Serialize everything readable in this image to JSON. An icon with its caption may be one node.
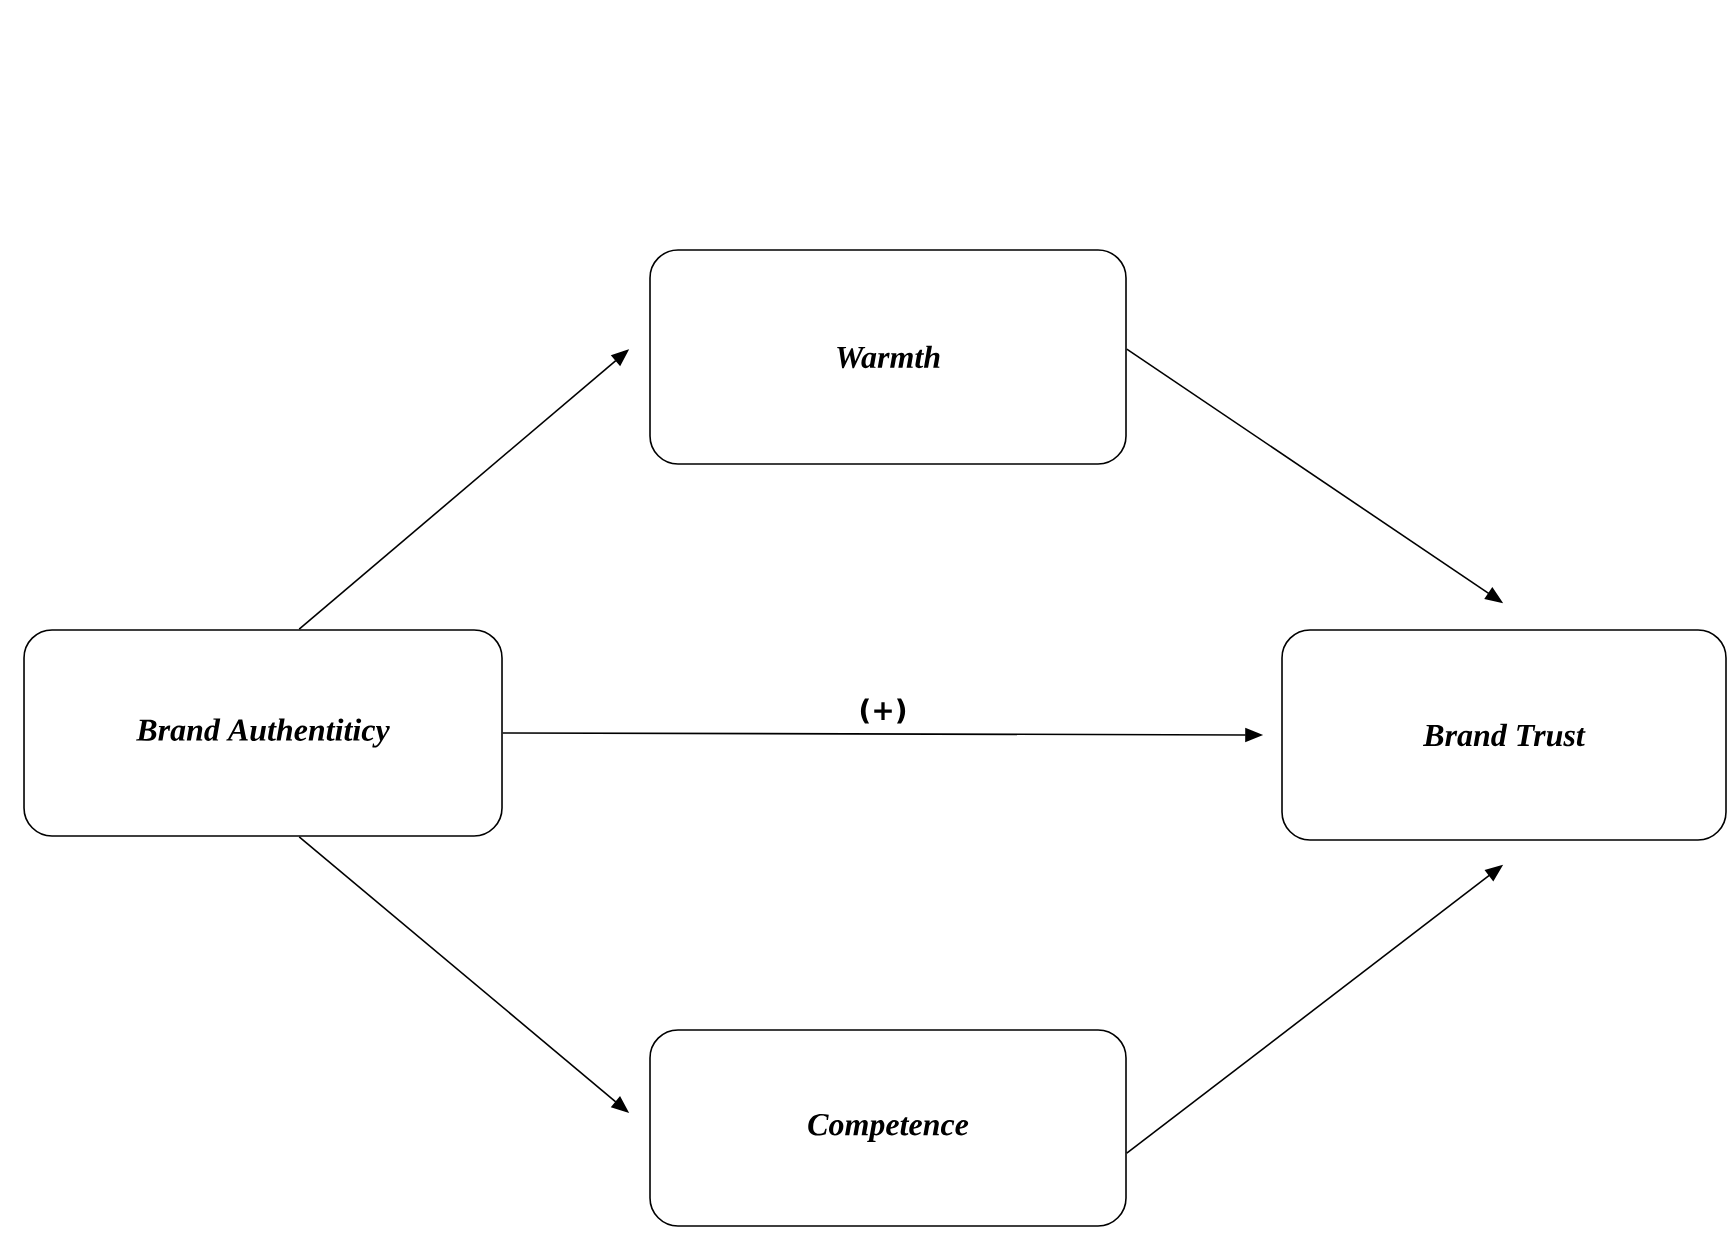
{
  "diagram": {
    "nodes": [
      {
        "text": [
          "Warmth"
        ]
      },
      {
        "text": [
          "Brand Authentiticy"
        ]
      },
      {
        "text": [
          "Brand Trust"
        ]
      },
      {
        "text": [
          "Competence"
        ]
      }
    ],
    "edges": [
      {
        "from": 1,
        "to": 0,
        "arrow": "to"
      },
      {
        "from": 0,
        "to": 2,
        "arrow": "to"
      },
      {
        "from": 1,
        "to": 2,
        "arrow": "to",
        "label": "(+)"
      },
      {
        "from": 1,
        "to": 3,
        "arrow": "to"
      },
      {
        "from": 3,
        "to": 2,
        "arrow": "to"
      }
    ]
  }
}
